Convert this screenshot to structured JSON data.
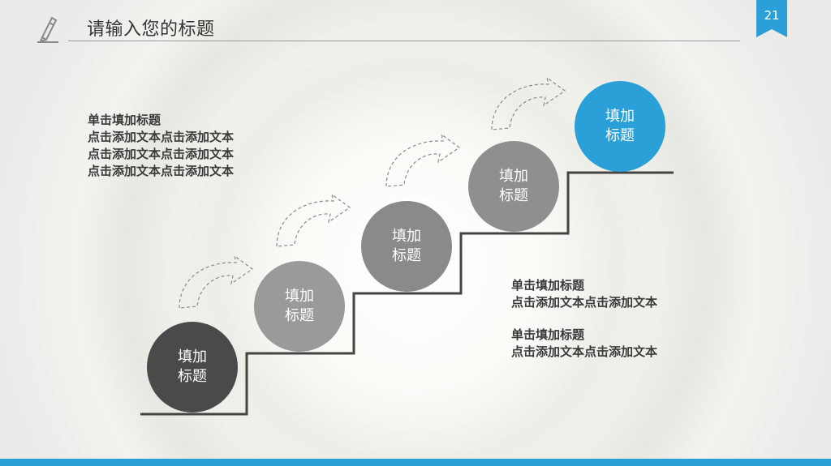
{
  "header": {
    "title": "请输入您的标题",
    "page_number": "21"
  },
  "steps": [
    {
      "line1": "填加",
      "line2": "标题",
      "color": "#4a4a4a"
    },
    {
      "line1": "填加",
      "line2": "标题",
      "color": "#9a9a9a"
    },
    {
      "line1": "填加",
      "line2": "标题",
      "color": "#8a8a8a"
    },
    {
      "line1": "填加",
      "line2": "标题",
      "color": "#8f8f8f"
    },
    {
      "line1": "填加",
      "line2": "标题",
      "color": "#2ba0d8"
    }
  ],
  "left_text": {
    "heading": "单击填加标题",
    "lines": [
      "点击添加文本点击添加文本",
      "点击添加文本点击添加文本",
      "点击添加文本点击添加文本"
    ]
  },
  "right_text": [
    {
      "heading": "单击填加标题",
      "body": "点击添加文本点击添加文本"
    },
    {
      "heading": "单击填加标题",
      "body": "点击添加文本点击添加文本"
    }
  ],
  "colors": {
    "accent": "#2ba0d8",
    "dark": "#4a4a4a",
    "gray": "#9a9a9a"
  },
  "icons": {
    "header": "pencil-icon",
    "step_arrows": "curved-dashed-arrow-icon"
  }
}
